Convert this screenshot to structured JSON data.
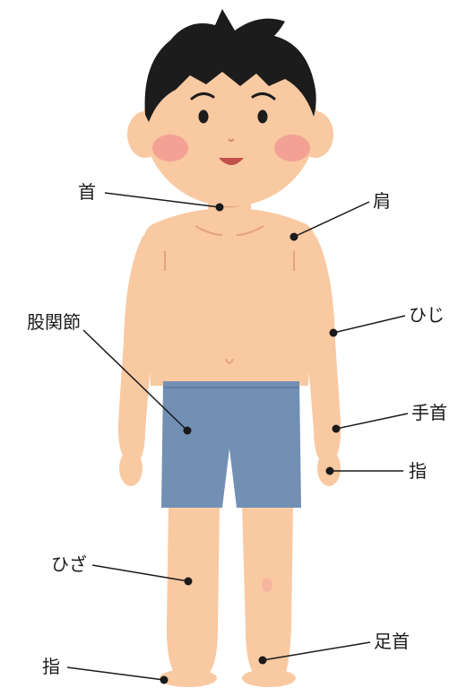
{
  "labels": {
    "neck": "首",
    "shoulder": "肩",
    "elbow": "ひじ",
    "hip_joint": "股関節",
    "wrist": "手首",
    "finger": "指",
    "knee": "ひざ",
    "ankle": "足首",
    "toe": "指"
  },
  "colors": {
    "skin": "#f9c9a2",
    "skin_shadow": "#eeb088",
    "hair": "#1c1c1c",
    "cheek": "#f29a93",
    "shorts": "#7290b4",
    "shorts_shadow": "#5f7ea3",
    "leader_line": "#1a1a1a"
  }
}
